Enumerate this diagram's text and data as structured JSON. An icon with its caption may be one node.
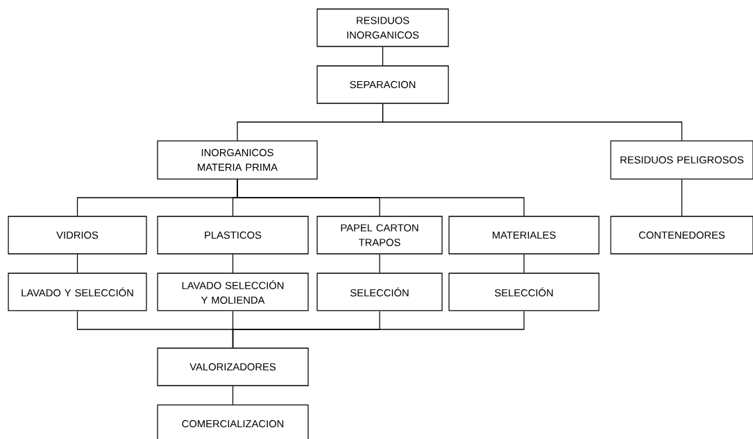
{
  "diagram": {
    "nodes": [
      {
        "text": [
          "RESIDUOS INORGANICOS"
        ]
      },
      {
        "text": [
          "SEPARACION"
        ]
      },
      {
        "text": [
          "INORGANICOS MATERIA PRIMA"
        ]
      },
      {
        "text": [
          "RESIDUOS PELIGROSOS"
        ]
      },
      {
        "text": [
          "VIDRIOS"
        ]
      },
      {
        "text": [
          "PLASTICOS"
        ]
      },
      {
        "text": [
          "PAPEL CARTON TRAPOS"
        ]
      },
      {
        "text": [
          "MATERIALES"
        ]
      },
      {
        "text": [
          "CONTENEDORES"
        ]
      },
      {
        "text": [
          "LAVADO Y SELECCIÓN"
        ]
      },
      {
        "text": [
          "LAVADO SELECCIÓN Y MOLIENDA"
        ]
      },
      {
        "text": [
          "SELECCIÓN"
        ]
      },
      {
        "text": [
          "SELECCIÓN"
        ]
      },
      {
        "text": [
          "VALORIZADORES"
        ]
      },
      {
        "text": [
          "COMERCIALIZACION"
        ]
      }
    ],
    "edges": [
      {
        "from": 0,
        "to": 1,
        "arrow": "none"
      },
      {
        "from": 1,
        "to": 2,
        "arrow": "none"
      },
      {
        "from": 1,
        "to": 3,
        "arrow": "none"
      },
      {
        "from": 2,
        "to": 4,
        "arrow": "none"
      },
      {
        "from": 2,
        "to": 5,
        "arrow": "none"
      },
      {
        "from": 2,
        "to": 6,
        "arrow": "none"
      },
      {
        "from": 2,
        "to": 7,
        "arrow": "none"
      },
      {
        "from": 3,
        "to": 8,
        "arrow": "none"
      },
      {
        "from": 4,
        "to": 9,
        "arrow": "none"
      },
      {
        "from": 5,
        "to": 10,
        "arrow": "none"
      },
      {
        "from": 6,
        "to": 11,
        "arrow": "none"
      },
      {
        "from": 7,
        "to": 12,
        "arrow": "none"
      },
      {
        "from": 9,
        "to": 13,
        "arrow": "none"
      },
      {
        "from": 10,
        "to": 13,
        "arrow": "none"
      },
      {
        "from": 11,
        "to": 13,
        "arrow": "none"
      },
      {
        "from": 12,
        "to": 13,
        "arrow": "none"
      },
      {
        "from": 13,
        "to": 14,
        "arrow": "none"
      }
    ]
  }
}
